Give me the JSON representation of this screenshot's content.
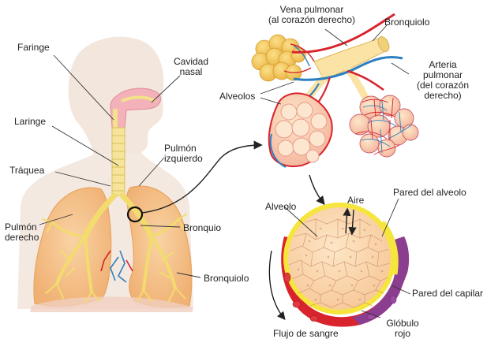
{
  "labels": {
    "faringe": "Faringe",
    "cavidad_nasal": "Cavidad\nnasal",
    "laringe": "Laringe",
    "traquea": "Tráquea",
    "pulmon_izquierdo": "Pulmón\nizquierdo",
    "pulmon_derecho": "Pulmón\nderecho",
    "bronquio": "Bronquio",
    "bronquiolo_lung": "Bronquiolo",
    "vena_pulmonar": "Vena pulmonar\n(al corazón derecho)",
    "bronquiolo_top": "Bronquiolo",
    "arteria_pulmonar": "Arteria\npulmonar\n(del corazón\nderecho)",
    "alveolos": "Alveolos",
    "aire": "Aire",
    "pared_alveolo": "Pared del alveolo",
    "alveolo": "Alveolo",
    "pared_capilar": "Pared del capilar",
    "globulo_rojo": "Glóbulo\nrojo",
    "flujo_sangre": "Flujo de sangre"
  },
  "colors": {
    "body_silhouette": "#f2e6dd",
    "lung_fill": "#f6c48a",
    "airway": "#f3e28a",
    "alveolus_cluster": "#f4c95c",
    "alveolus_cell": "#fad8b0",
    "blood_red": "#d9232d",
    "blood_blue": "#2d7fc1",
    "capillary_purple": "#8b3d8f",
    "wall_yellow": "#f6e53c"
  }
}
